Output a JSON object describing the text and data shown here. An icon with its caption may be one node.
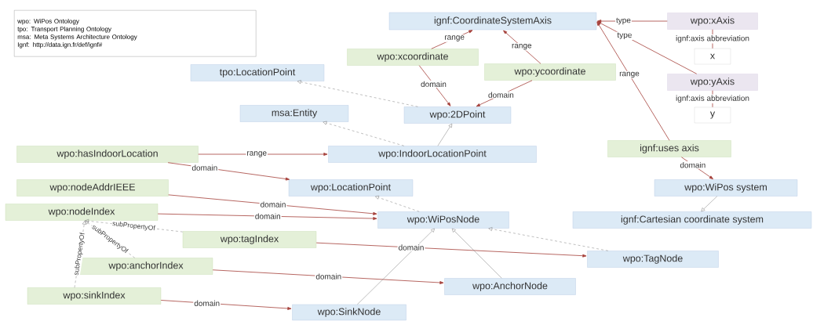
{
  "diagram": {
    "nodes": [
      {
        "text": [
          "wpo: WiPos Ontology",
          "tpo: Transport Planning Ontology",
          "msa: Meta Systems Architecture Ontology",
          "Ignf: http://data.ign.fr/def/ignf#"
        ]
      },
      {
        "text": [
          "ignf:CoordinateSystemAxis"
        ]
      },
      {
        "text": [
          "wpo:xAxis"
        ]
      },
      {
        "text": [
          "x"
        ]
      },
      {
        "text": [
          "wpo:yAxis"
        ]
      },
      {
        "text": [
          "y"
        ]
      },
      {
        "text": [
          "wpo:xcoordinate"
        ]
      },
      {
        "text": [
          "wpo:ycoordinate"
        ]
      },
      {
        "text": [
          "tpo:LocationPoint"
        ]
      },
      {
        "text": [
          "msa:Entity"
        ]
      },
      {
        "text": [
          "wpo:2DPoint"
        ]
      },
      {
        "text": [
          "wpo:hasIndoorLocation"
        ]
      },
      {
        "text": [
          "wpo:IndoorLocationPoint"
        ]
      },
      {
        "text": [
          "ignf:uses axis"
        ]
      },
      {
        "text": [
          "wpo:nodeAddrIEEE"
        ]
      },
      {
        "text": [
          "wpo:LocationPoint"
        ]
      },
      {
        "text": [
          "wpo:WiPos system"
        ]
      },
      {
        "text": [
          "wpo:nodeIndex"
        ]
      },
      {
        "text": [
          "wpo:WiPosNode"
        ]
      },
      {
        "text": [
          "ignf:Cartesian coordinate system"
        ]
      },
      {
        "text": [
          "wpo:tagIndex"
        ]
      },
      {
        "text": [
          "wpo:TagNode"
        ]
      },
      {
        "text": [
          "wpo:anchorIndex"
        ]
      },
      {
        "text": [
          "wpo:AnchorNode"
        ]
      },
      {
        "text": [
          "wpo:sinkIndex"
        ]
      },
      {
        "text": [
          "wpo:SinkNode"
        ]
      }
    ],
    "edges": [
      {
        "from": 2,
        "to": 1,
        "arrow": "to",
        "label": "type"
      },
      {
        "from": 6,
        "to": 1,
        "arrow": "to",
        "label": "range"
      },
      {
        "from": 7,
        "to": 1,
        "arrow": "to",
        "label": "range"
      },
      {
        "from": 2,
        "to": 3,
        "arrow": "none",
        "label": "ignf:axis abbreviation"
      },
      {
        "from": 4,
        "to": 1,
        "arrow": "to",
        "label": "type"
      },
      {
        "from": 13,
        "to": 1,
        "arrow": "to",
        "label": "range"
      },
      {
        "from": 4,
        "to": 5,
        "arrow": "none",
        "label": "ignf:axis abbreviation"
      },
      {
        "from": 6,
        "to": 10,
        "arrow": "to",
        "label": "domain"
      },
      {
        "from": 7,
        "to": 10,
        "arrow": "to",
        "label": "domain"
      },
      {
        "from": 10,
        "to": 8,
        "arrow": "to",
        "style": "dashed",
        "color": "#7f7f7f"
      },
      {
        "from": 12,
        "to": 9,
        "arrow": "to",
        "style": "dashed",
        "color": "#7f7f7f"
      },
      {
        "from": 12,
        "to": 10,
        "arrow": "to",
        "color": "#7f7f7f"
      },
      {
        "from": 11,
        "to": 12,
        "arrow": "to",
        "label": "range"
      },
      {
        "from": 11,
        "to": 15,
        "arrow": "to",
        "label": "domain"
      },
      {
        "from": 13,
        "to": 16,
        "arrow": "to",
        "label": "domain"
      },
      {
        "from": 16,
        "to": 19,
        "arrow": "to",
        "color": "#7f7f7f"
      },
      {
        "from": 14,
        "to": 18,
        "arrow": "to",
        "label": "domain"
      },
      {
        "from": 17,
        "to": 18,
        "arrow": "to",
        "label": "domain"
      },
      {
        "from": 18,
        "to": 15,
        "arrow": "to",
        "style": "dashed",
        "color": "#7f7f7f"
      },
      {
        "from": 20,
        "to": 17,
        "arrow": "to",
        "label": "subPropertyOf",
        "style": "dashed",
        "color": "#7f7f7f"
      },
      {
        "from": 22,
        "to": 17,
        "arrow": "to",
        "label": "subPropertyOf",
        "style": "dashed",
        "color": "#7f7f7f"
      },
      {
        "from": 24,
        "to": 17,
        "arrow": "to",
        "label": "subPropertyOf",
        "style": "dashed",
        "color": "#7f7f7f"
      },
      {
        "from": 20,
        "to": 21,
        "arrow": "to",
        "label": "domain"
      },
      {
        "from": 21,
        "to": 18,
        "arrow": "to",
        "style": "dashed",
        "color": "#7f7f7f"
      },
      {
        "from": 22,
        "to": 23,
        "arrow": "to",
        "label": "domain"
      },
      {
        "from": 23,
        "to": 18,
        "arrow": "to",
        "color": "#7f7f7f"
      },
      {
        "from": 24,
        "to": 25,
        "arrow": "to",
        "label": "domain"
      },
      {
        "from": 25,
        "to": 18,
        "arrow": "to",
        "color": "#7f7f7f"
      }
    ]
  }
}
